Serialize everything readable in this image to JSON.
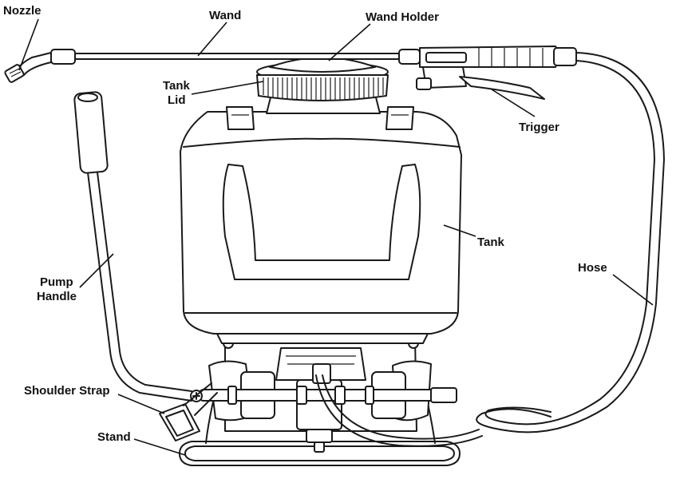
{
  "labels": {
    "nozzle": "Nozzle",
    "wand": "Wand",
    "wand_holder": "Wand Holder",
    "tank_lid_line1": "Tank",
    "tank_lid_line2": "Lid",
    "trigger": "Trigger",
    "tank": "Tank",
    "pump_handle_line1": "Pump",
    "pump_handle_line2": "Handle",
    "hose": "Hose",
    "shoulder_strap": "Shoulder Strap",
    "stand": "Stand"
  },
  "colors": {
    "outline": "#1a1a1a",
    "background": "#ffffff",
    "text": "#111111"
  }
}
